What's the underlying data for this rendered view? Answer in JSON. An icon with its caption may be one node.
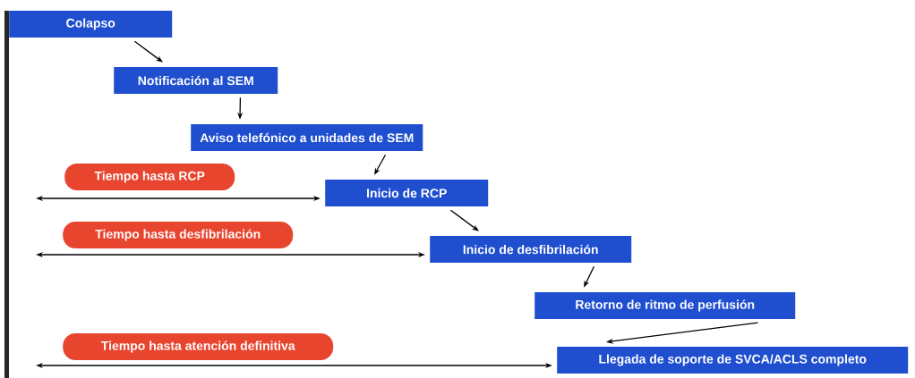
{
  "diagram": {
    "nodes": [
      {
        "text": [
          "Colapso"
        ]
      },
      {
        "text": [
          "Notificación al SEM"
        ]
      },
      {
        "text": [
          "Aviso telefónico a unidades de SEM"
        ]
      },
      {
        "text": [
          "Tiempo hasta RCP"
        ]
      },
      {
        "text": [
          "Inicio de RCP"
        ]
      },
      {
        "text": [
          "Tiempo hasta desfibrilación"
        ]
      },
      {
        "text": [
          "Inicio de desfibrilación"
        ]
      },
      {
        "text": [
          "Retorno de ritmo de perfusión"
        ]
      },
      {
        "text": [
          "Tiempo hasta atención definitiva"
        ]
      },
      {
        "text": [
          "Llegada de soporte de SVCA/ACLS completo"
        ]
      }
    ],
    "edges": [
      {
        "from": 0,
        "to": 1,
        "arrow": "to"
      },
      {
        "from": 1,
        "to": 2,
        "arrow": "to"
      },
      {
        "from": 2,
        "to": 4,
        "arrow": "to"
      },
      {
        "from": 4,
        "to": 6,
        "arrow": "to"
      },
      {
        "from": 6,
        "to": 7,
        "arrow": "to"
      },
      {
        "from": 7,
        "to": 9,
        "arrow": "to"
      },
      {
        "from": null,
        "to": 4,
        "arrow": "both"
      },
      {
        "from": null,
        "to": 6,
        "arrow": "both"
      },
      {
        "from": null,
        "to": 9,
        "arrow": "both"
      }
    ]
  }
}
